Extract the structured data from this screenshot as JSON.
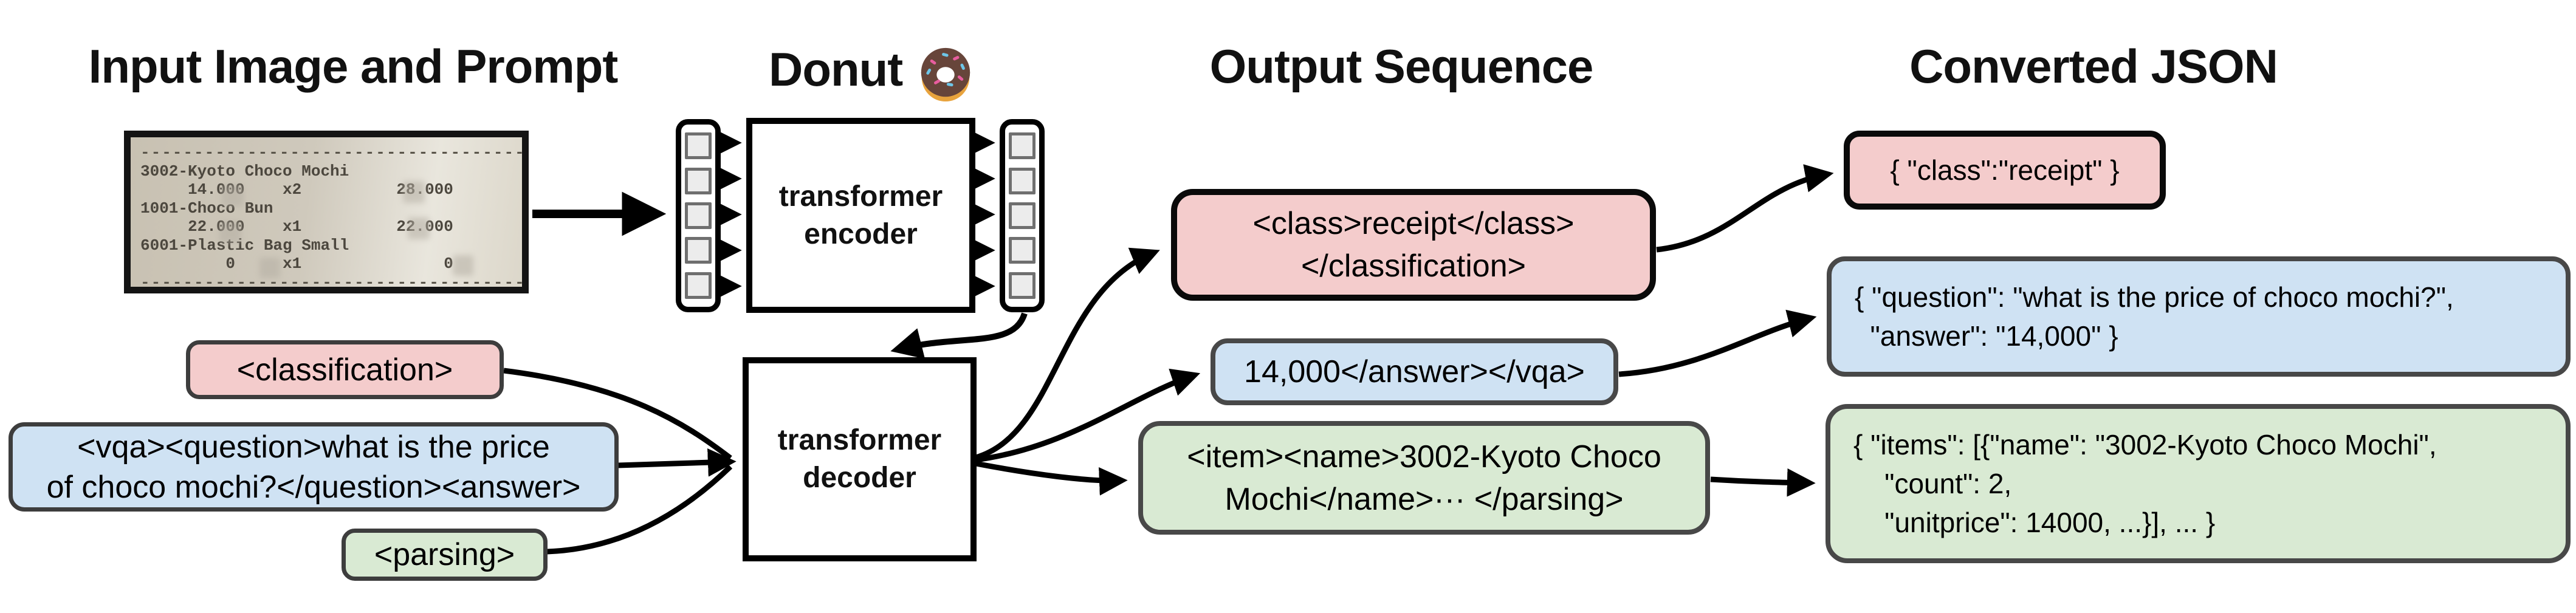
{
  "titles": {
    "input": "Input Image and Prompt",
    "model": "Donut",
    "model_emoji_icon": "donut-emoji",
    "output": "Output Sequence",
    "json": "Converted JSON"
  },
  "colors": {
    "pink": "#f4cccc",
    "blue": "#cfe2f3",
    "green": "#d9ead3",
    "box_border_dark": "#484848",
    "box_border_black": "#0a0a0a",
    "arrow": "#000000"
  },
  "receipt": {
    "lines": [
      "-------------------------------------",
      "3002-Kyoto Choco Mochi",
      "     14.000    x2          28.000",
      "1001-Choco Bun",
      "     22.000    x1          22.000",
      "6001-Plastic Bag Small",
      "         0     x1               0",
      "-------------------------------------"
    ]
  },
  "encoder": {
    "label_lines": [
      "transformer",
      "encoder"
    ]
  },
  "decoder": {
    "label_lines": [
      "transformer",
      "decoder"
    ]
  },
  "prompts": {
    "classification": {
      "text": "<classification>"
    },
    "vqa": {
      "lines": [
        "<vqa><question>what is the price",
        "of choco mochi?</question><answer>"
      ]
    },
    "parsing": {
      "text": "<parsing>"
    }
  },
  "outputs": {
    "classification": {
      "lines": [
        "<class>receipt</class>",
        "</classification>"
      ]
    },
    "vqa": {
      "text": "14,000</answer></vqa>"
    },
    "parsing": {
      "lines": [
        "<item><name>3002-Kyoto Choco",
        "Mochi</name>··· </parsing>"
      ]
    }
  },
  "json_outputs": {
    "classification": {
      "text": "{ \"class\":\"receipt\" }"
    },
    "vqa": {
      "lines": [
        "{ \"question\": \"what is the price of choco mochi?\",",
        "  \"answer\": \"14,000\" }"
      ]
    },
    "parsing": {
      "lines": [
        "{ \"items\": [{\"name\": \"3002-Kyoto Choco Mochi\",",
        "    \"count\": 2,",
        "    \"unitprice\": 14000, ...}], ... }"
      ]
    }
  }
}
